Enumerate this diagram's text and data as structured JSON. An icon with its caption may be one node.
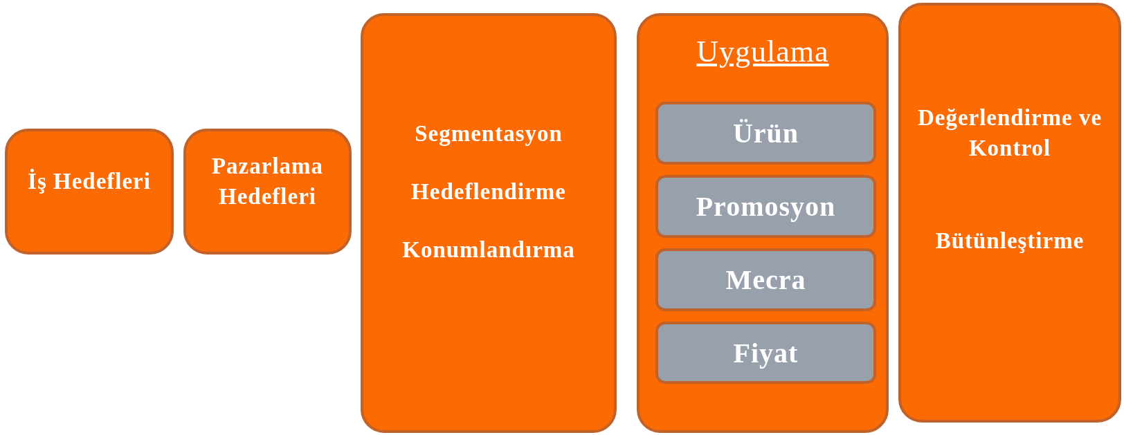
{
  "diagram": {
    "nodes": [
      {
        "text": [
          "İş Hedefleri"
        ]
      },
      {
        "text": [
          "Pazarlama Hedefleri"
        ]
      },
      {
        "text": [
          "Segmentasyon",
          "Hedeflendirme",
          "Konumlandırma"
        ]
      },
      {
        "text": [
          "Uygulama"
        ]
      },
      {
        "text": [
          "Ürün"
        ],
        "in": 3
      },
      {
        "text": [
          "Promosyon"
        ],
        "in": 3
      },
      {
        "text": [
          "Mecra"
        ],
        "in": 3
      },
      {
        "text": [
          "Fiyat"
        ],
        "in": 3
      },
      {
        "text": [
          "Değerlendirme ve Kontrol",
          "Bütünleştirme"
        ]
      }
    ],
    "edges": []
  }
}
